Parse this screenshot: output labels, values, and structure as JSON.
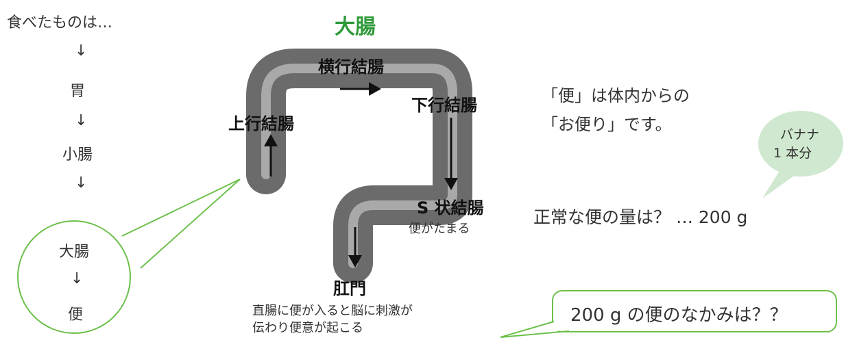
{
  "flow": {
    "start": "食べたものは…",
    "arrow": "↓",
    "stomach": "胃",
    "small_intestine": "小腸",
    "large_intestine": "大腸",
    "stool": "便"
  },
  "diagram": {
    "title": "大腸",
    "ascending": "上行結腸",
    "transverse": "横行結腸",
    "descending": "下行結腸",
    "sigmoid": "S 状結腸",
    "sigmoid_note": "便がたまる",
    "anus": "肛門",
    "note_line1": "直腸に便が入ると脳に刺激が",
    "note_line2": "伝わり便意が起こる"
  },
  "right": {
    "line1": "「便」は体内からの",
    "line2": "「お便り」です。",
    "bubble_line1": "バナナ",
    "bubble_line2": "1 本分",
    "amount_text": "正常な便の量は？ … 200 g",
    "question": "200 g の便のなかみは？？"
  },
  "colors": {
    "title_green": "#2e9a3a",
    "callout_green": "#6cc04a",
    "bubble_fill": "#cfe8cf",
    "intestine": "#6b6b6b"
  }
}
